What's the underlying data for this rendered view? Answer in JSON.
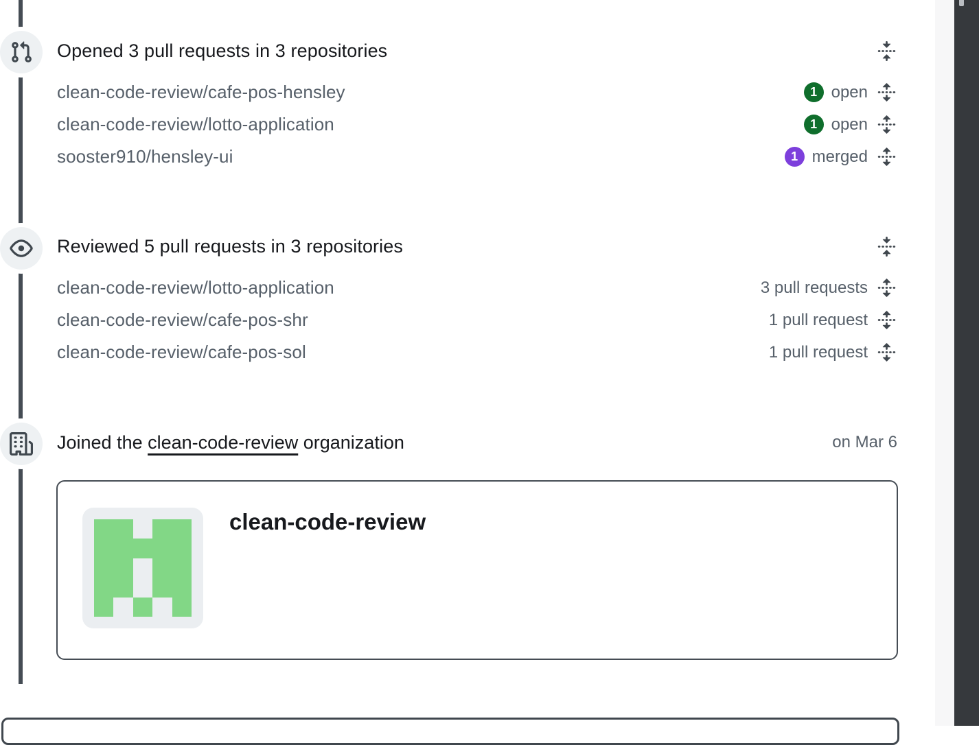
{
  "page": {
    "background": "#ffffff"
  },
  "colors": {
    "timeline_line": "#454c54",
    "heading_text": "#17191d",
    "muted_text": "#57606a",
    "icon_circle_bg": "#eef1f3",
    "icon_glyph": "#40484f",
    "open_badge_green": "#0f6e2c",
    "merged_badge_purple": "#7d3fdc",
    "card_border": "#454c54",
    "identicon_green": "#82d786",
    "avatar_bg": "#ebeef1",
    "gutter_bg": "#f7f7f8",
    "scrollbar_bg": "#36393d"
  },
  "icons": {
    "section1": "git-pull-request-icon",
    "section2": "eye-icon",
    "section3": "organization-icon",
    "heading_action": "fold-icon",
    "row_action": "unfold-icon"
  },
  "timeline": {
    "sections": [
      {
        "title": "Opened 3 pull requests in 3 repositories",
        "rows": [
          {
            "repo": "clean-code-review/cafe-pos-hensley",
            "badge_count": "1",
            "badge_type": "open",
            "badge_label": "open"
          },
          {
            "repo": "clean-code-review/lotto-application",
            "badge_count": "1",
            "badge_type": "open",
            "badge_label": "open"
          },
          {
            "repo": "sooster910/hensley-ui",
            "badge_count": "1",
            "badge_type": "merged",
            "badge_label": "merged"
          }
        ]
      },
      {
        "title": "Reviewed 5 pull requests in 3 repositories",
        "rows": [
          {
            "repo": "clean-code-review/lotto-application",
            "count_label": "3 pull requests"
          },
          {
            "repo": "clean-code-review/cafe-pos-shr",
            "count_label": "1 pull request"
          },
          {
            "repo": "clean-code-review/cafe-pos-sol",
            "count_label": "1 pull request"
          }
        ]
      },
      {
        "title_prefix": "Joined the",
        "org_link": "clean-code-review",
        "title_suffix": "organization",
        "date": "on Mar 6",
        "card": {
          "org_name": "clean-code-review"
        }
      }
    ]
  },
  "identicon": {
    "grid": [
      [
        1,
        1,
        0,
        1,
        1
      ],
      [
        1,
        1,
        1,
        1,
        1
      ],
      [
        1,
        1,
        0,
        1,
        1
      ],
      [
        1,
        1,
        0,
        1,
        1
      ],
      [
        1,
        0,
        1,
        0,
        1
      ]
    ],
    "fill": "#82d786",
    "bg": "#ebeef1"
  }
}
